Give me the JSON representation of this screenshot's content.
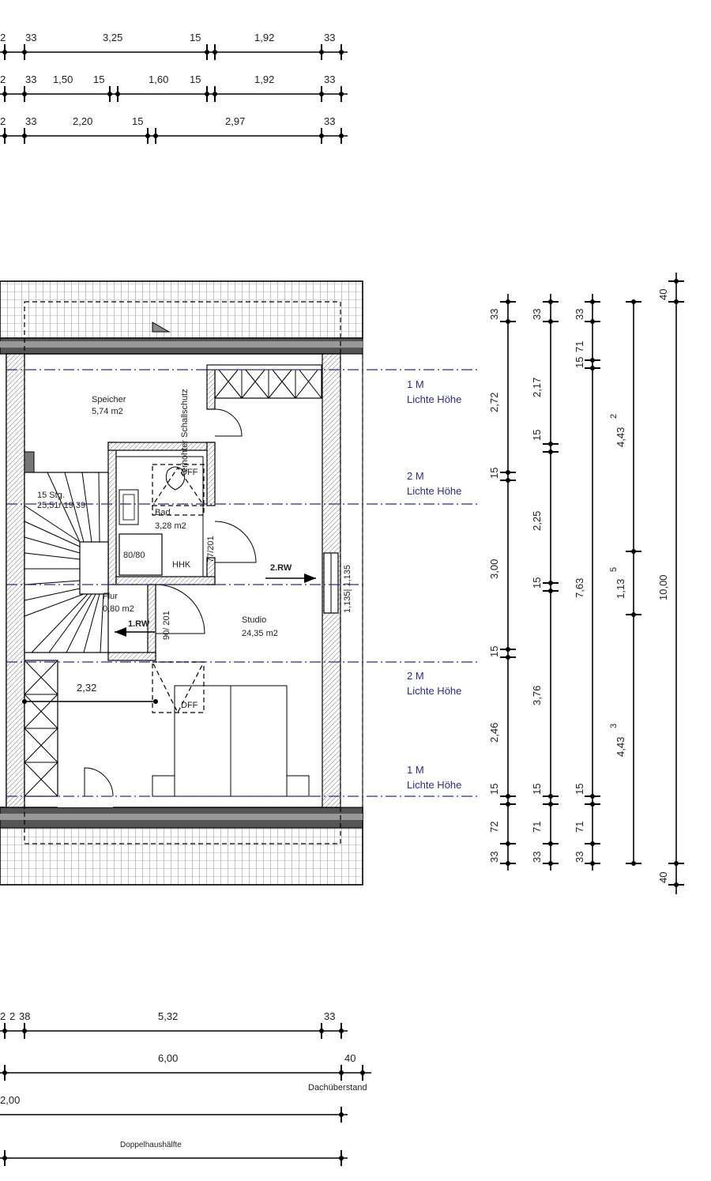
{
  "top_dims": {
    "row1": [
      "2",
      "33",
      "3,25",
      "15",
      "1,92",
      "33"
    ],
    "row2": [
      "2",
      "33",
      "1,50",
      "15",
      "1,60",
      "15",
      "1,92",
      "33"
    ],
    "row3": [
      "2",
      "33",
      "2,20",
      "15",
      "2,97",
      "33"
    ]
  },
  "rooms": {
    "speicher_name": "Speicher",
    "speicher_area": "5,74 m2",
    "stairs_label": "15 Stg.",
    "stairs_dims": "25,51/ 19,39",
    "bad_name": "Bad",
    "bad_area": "3,28 m2",
    "shower": "80/80",
    "hhk": "HHK",
    "door_bad": "77/201",
    "door_flur": "90/ 201",
    "flur_name": "Flur",
    "flur_area": "0,80 m2",
    "studio_name": "Studio",
    "studio_area": "24,35 m2",
    "schallschutz": "erhöhter Schallschutz",
    "dff1": "DFF",
    "dff2": "DFF",
    "rw1": "1.RW",
    "rw2": "2.RW",
    "inner_dim": "2,32",
    "wall_dim": "1,135| 1,135"
  },
  "height_lines": {
    "l1_value": "1 M",
    "l1_label": "Lichte Höhe",
    "l2_value": "2 M",
    "l2_label": "Lichte Höhe",
    "l3_value": "2 M",
    "l3_label": "Lichte Höhe",
    "l4_value": "1 M",
    "l4_label": "Lichte Höhe"
  },
  "right_dims": {
    "c1": [
      "33",
      "2,72",
      "15",
      "3,00",
      "15",
      "2,46",
      "15",
      "72",
      "33"
    ],
    "c2": [
      "33",
      "2,17",
      "15",
      "2,25",
      "15",
      "3,76",
      "15",
      "71",
      "33"
    ],
    "c3": [
      "33",
      "15",
      "71",
      "4,43",
      "2",
      "7,63",
      "4,43",
      "3",
      "15",
      "71",
      "33"
    ],
    "c4": [
      "1,13",
      "5"
    ],
    "c5": [
      "40",
      "10,00",
      "40"
    ]
  },
  "bottom_dims": {
    "row1": [
      "2",
      "2",
      "38",
      "5,32",
      "33"
    ],
    "row2": [
      "6,00",
      "40"
    ],
    "dachueberstand": "Dachüberstand",
    "row3": [
      "2,00"
    ],
    "doppelhaus": "Doppelhaushälfte"
  }
}
